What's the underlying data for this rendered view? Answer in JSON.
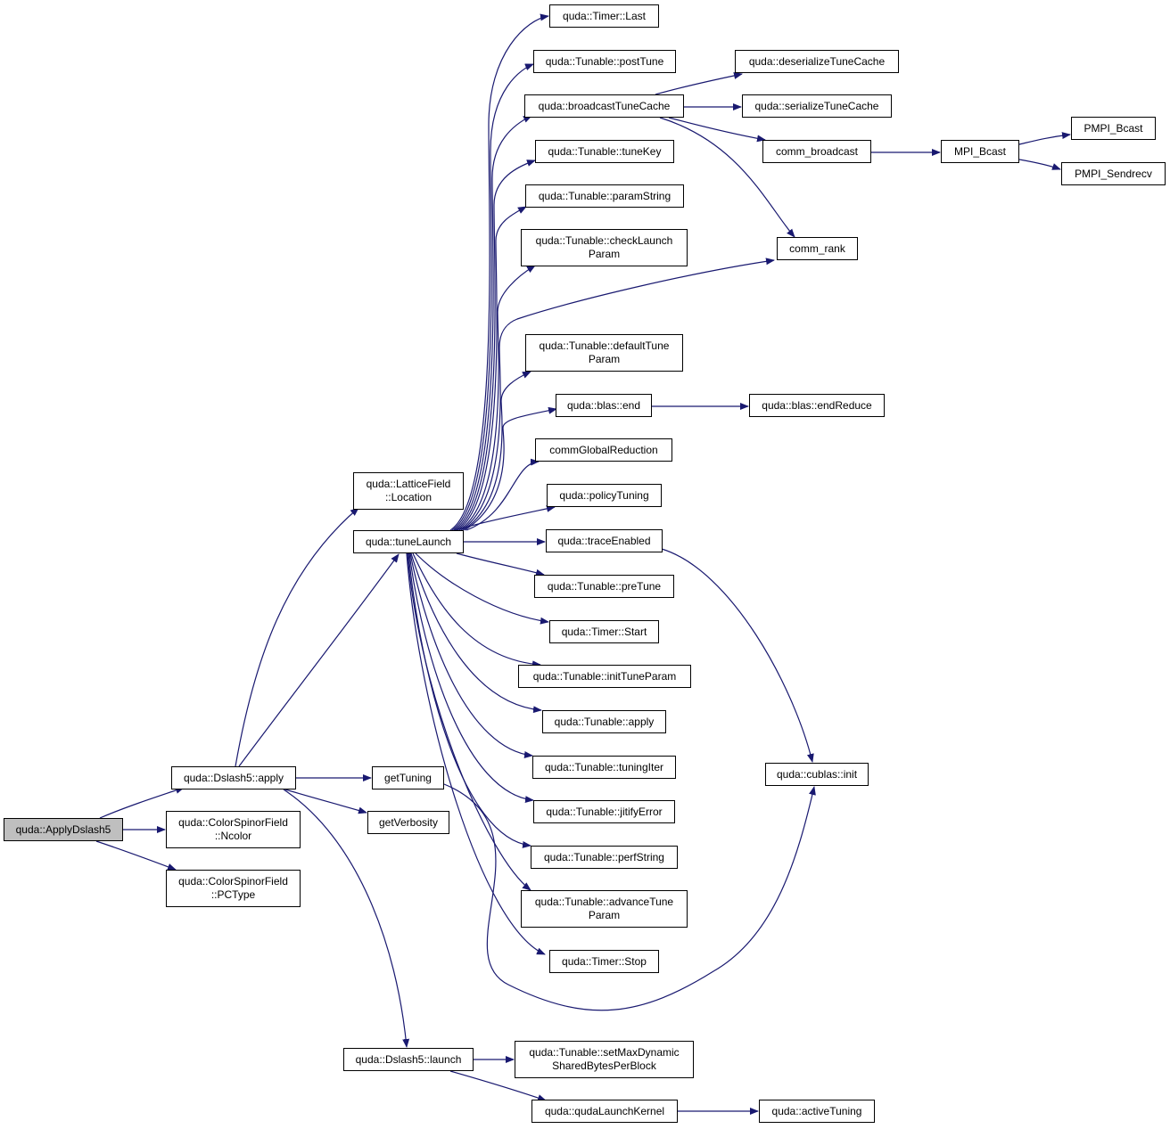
{
  "colors": {
    "edge": "#191970",
    "node_border": "#000000",
    "root_fill": "#bfbfbf",
    "background": "#ffffff"
  },
  "nodes": {
    "applyDslash5": "quda::ApplyDslash5",
    "dslash5Apply": "quda::Dslash5::apply",
    "ncolor": "quda::ColorSpinorField\n::Ncolor",
    "pcType": "quda::ColorSpinorField\n::PCType",
    "latticeLocation": "quda::LatticeField\n::Location",
    "tuneLaunch": "quda::tuneLaunch",
    "getTuning": "getTuning",
    "getVerbosity": "getVerbosity",
    "dslash5Launch": "quda::Dslash5::launch",
    "timerLast": "quda::Timer::Last",
    "postTune": "quda::Tunable::postTune",
    "broadcastTuneCache": "quda::broadcastTuneCache",
    "tuneKey": "quda::Tunable::tuneKey",
    "paramString": "quda::Tunable::paramString",
    "checkLaunchParam": "quda::Tunable::checkLaunch\nParam",
    "defaultTuneParam": "quda::Tunable::defaultTune\nParam",
    "blasEnd": "quda::blas::end",
    "commGlobalReduction": "commGlobalReduction",
    "policyTuning": "quda::policyTuning",
    "traceEnabled": "quda::traceEnabled",
    "preTune": "quda::Tunable::preTune",
    "timerStart": "quda::Timer::Start",
    "initTuneParam": "quda::Tunable::initTuneParam",
    "tunableApply": "quda::Tunable::apply",
    "tuningIter": "quda::Tunable::tuningIter",
    "jitifyError": "quda::Tunable::jitifyError",
    "perfString": "quda::Tunable::perfString",
    "advanceTuneParam": "quda::Tunable::advanceTune\nParam",
    "timerStop": "quda::Timer::Stop",
    "setMaxDynamic": "quda::Tunable::setMaxDynamic\nSharedBytesPerBlock",
    "qudaLaunchKernel": "quda::qudaLaunchKernel",
    "deserializeTuneCache": "quda::deserializeTuneCache",
    "serializeTuneCache": "quda::serializeTuneCache",
    "commBroadcast": "comm_broadcast",
    "commRank": "comm_rank",
    "blasEndReduce": "quda::blas::endReduce",
    "cublasInit": "quda::cublas::init",
    "activeTuning": "quda::activeTuning",
    "mpiBcast": "MPI_Bcast",
    "pmpiBcast": "PMPI_Bcast",
    "pmpiSendrecv": "PMPI_Sendrecv"
  }
}
